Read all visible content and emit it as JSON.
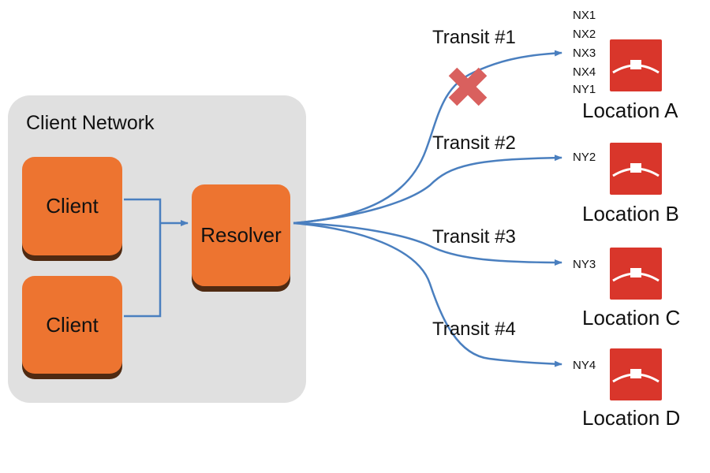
{
  "client_network": {
    "label": "Client Network",
    "clients": [
      "Client",
      "Client"
    ],
    "resolver": "Resolver"
  },
  "transits": [
    {
      "label": "Transit #1",
      "blocked": true
    },
    {
      "label": "Transit #2",
      "blocked": false
    },
    {
      "label": "Transit #3",
      "blocked": false
    },
    {
      "label": "Transit #4",
      "blocked": false
    }
  ],
  "locations": [
    {
      "name": "Location A",
      "pops": [
        "NX1",
        "NX2",
        "NX3",
        "NX4",
        "NY1"
      ]
    },
    {
      "name": "Location B",
      "pops": [
        "NY2"
      ]
    },
    {
      "name": "Location C",
      "pops": [
        "NY3"
      ]
    },
    {
      "name": "Location D",
      "pops": [
        "NY4"
      ]
    }
  ],
  "colors": {
    "node_fill": "#ed7430",
    "group_fill": "#e0e0e0",
    "arrow": "#4a7fbf",
    "logo_red": "#d9362b",
    "block_x": "#d9605e"
  }
}
